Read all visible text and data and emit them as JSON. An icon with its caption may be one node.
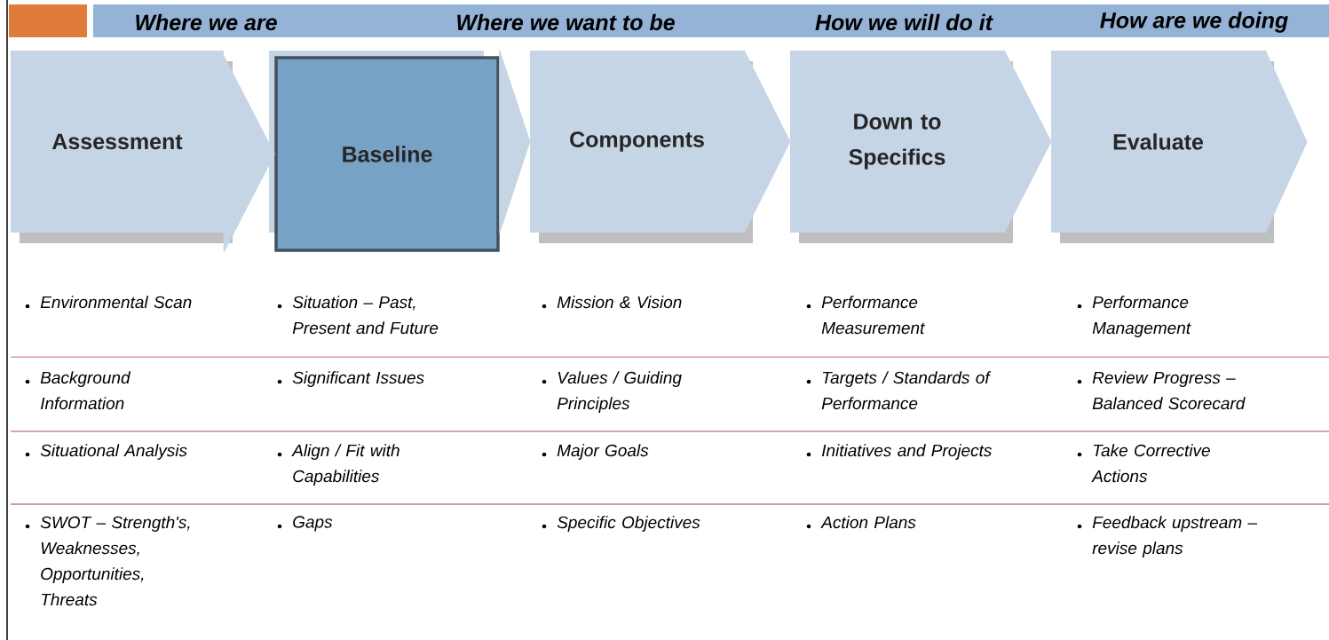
{
  "diagram": {
    "nodes": [
      {
        "text": [
          "Assessment"
        ]
      },
      {
        "text": [
          "Baseline"
        ]
      },
      {
        "text": [
          "Components"
        ]
      },
      {
        "text": [
          "Down to Specifics"
        ]
      },
      {
        "text": [
          "Evaluate"
        ]
      }
    ],
    "edges": [
      {
        "from": 0,
        "to": 1,
        "arrow": "to"
      },
      {
        "from": 1,
        "to": 2,
        "arrow": "to"
      },
      {
        "from": 2,
        "to": 3,
        "arrow": "to"
      },
      {
        "from": 3,
        "to": 4,
        "arrow": "to"
      },
      {
        "from": 4,
        "to": null,
        "arrow": "to"
      }
    ],
    "labels": [
      "Where we are",
      "Where we want to be",
      "How we will do it",
      "How are we doing",
      "Environmental Scan",
      "Situation – Past, Present and Future",
      "Mission & Vision",
      "Performance Measurement",
      "Performance Management",
      "Background Information",
      "Significant Issues",
      "Values / Guiding Principles",
      "Targets / Standards of Performance",
      "Review Progress – Balanced Scorecard",
      "Situational Analysis",
      "Align / Fit with Capabilities",
      "Major Goals",
      "Initiatives and Projects",
      "Take Corrective Actions",
      "SWOT – Strength's, Weaknesses, Opportunities, Threats",
      "Gaps",
      "Specific Objectives",
      "Action Plans",
      "Feedback upstream – revise plans"
    ]
  }
}
